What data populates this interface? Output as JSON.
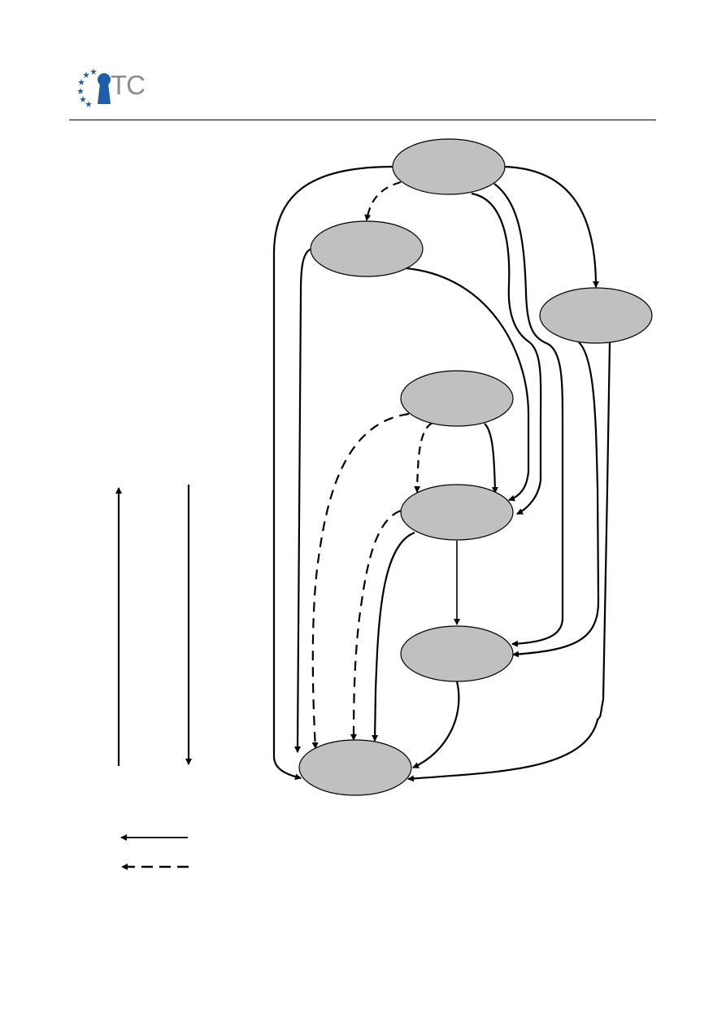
{
  "header": {
    "logo_text": "TC"
  },
  "colors": {
    "node_fill": "#c0c0c0",
    "stroke": "#000000",
    "logo_blue": "#1f5ea8",
    "logo_gray": "#8c8c8c"
  },
  "diagram": {
    "nodes": [
      {
        "id": "n-top",
        "label": ""
      },
      {
        "id": "n-upper-left",
        "label": ""
      },
      {
        "id": "n-right",
        "label": ""
      },
      {
        "id": "n-middle-upper",
        "label": ""
      },
      {
        "id": "n-middle",
        "label": ""
      },
      {
        "id": "n-lower",
        "label": ""
      },
      {
        "id": "n-bottom",
        "label": ""
      }
    ],
    "edges": [
      {
        "from": "n-top",
        "to": "n-upper-left",
        "style": "dashed"
      },
      {
        "from": "n-top",
        "to": "n-right",
        "style": "solid"
      },
      {
        "from": "n-top",
        "to": "n-bottom",
        "style": "solid"
      },
      {
        "from": "n-top",
        "to": "n-middle",
        "style": "solid"
      },
      {
        "from": "n-top",
        "to": "n-lower",
        "style": "solid"
      },
      {
        "from": "n-upper-left",
        "to": "n-middle",
        "style": "solid"
      },
      {
        "from": "n-upper-left",
        "to": "n-bottom",
        "style": "solid"
      },
      {
        "from": "n-right",
        "to": "n-lower",
        "style": "solid"
      },
      {
        "from": "n-right",
        "to": "n-bottom",
        "style": "solid"
      },
      {
        "from": "n-middle-upper",
        "to": "n-middle",
        "style": "solid"
      },
      {
        "from": "n-middle-upper",
        "to": "n-middle",
        "style": "dashed"
      },
      {
        "from": "n-middle-upper",
        "to": "n-bottom",
        "style": "dashed"
      },
      {
        "from": "n-middle",
        "to": "n-lower",
        "style": "solid"
      },
      {
        "from": "n-middle",
        "to": "n-bottom",
        "style": "solid"
      },
      {
        "from": "n-middle",
        "to": "n-bottom",
        "style": "dashed"
      },
      {
        "from": "n-lower",
        "to": "n-bottom",
        "style": "solid"
      }
    ],
    "legend": [
      {
        "style": "solid",
        "label": ""
      },
      {
        "style": "dashed",
        "label": ""
      }
    ]
  }
}
